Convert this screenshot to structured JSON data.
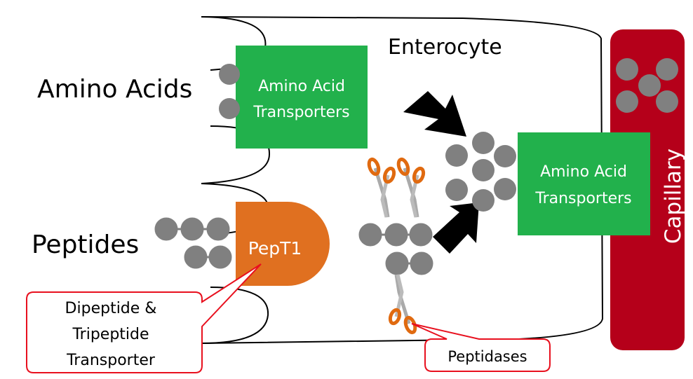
{
  "diagram": {
    "cell_label": "Enterocyte",
    "lumen_labels": {
      "amino_acids": "Amino Acids",
      "peptides": "Peptides"
    },
    "apical_transporter": {
      "line1": "Amino Acid",
      "line2": "Transporters"
    },
    "basolateral_transporter": {
      "line1": "Amino Acid",
      "line2": "Transporters"
    },
    "pept1_label": "PepT1",
    "capillary_label": "Capillary",
    "callouts": {
      "pept1": {
        "line1": "Dipeptide &",
        "line2": "Tripeptide",
        "line3": "Transporter"
      },
      "peptidases": "Peptidases"
    },
    "colors": {
      "transporter_green": "#22b14c",
      "pept1_orange": "#e07020",
      "capillary_red": "#b5001a",
      "amino_acid_gray": "#808080",
      "callout_red": "#e8101e",
      "arrow_black": "#000000"
    }
  }
}
